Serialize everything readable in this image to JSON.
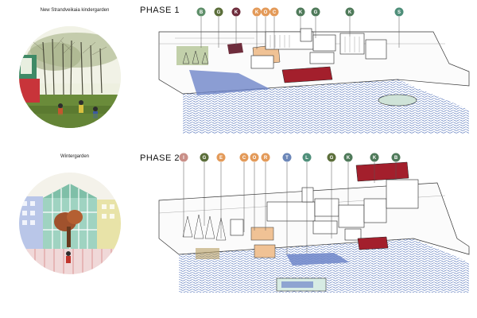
{
  "top": {
    "caption": "New Strandveikaia kindergarden",
    "phase_title": "PHASE 1",
    "markers": [
      {
        "letter": "B",
        "color": "#5f8f6a"
      },
      {
        "letter": "G",
        "color": "#5b6e3a"
      },
      {
        "letter": "K",
        "color": "#6e2d3c"
      },
      {
        "letter": "K",
        "color": "#e39a59"
      },
      {
        "letter": "O",
        "color": "#e39a59"
      },
      {
        "letter": "C",
        "color": "#e39a59"
      },
      {
        "letter": "K",
        "color": "#4f7a5a"
      },
      {
        "letter": "G",
        "color": "#4f7a5a"
      },
      {
        "letter": "K",
        "color": "#4f7a5a"
      },
      {
        "letter": "S",
        "color": "#4f8f7a"
      }
    ]
  },
  "bottom": {
    "caption": "Wintergarden",
    "phase_title": "PHASE 2",
    "markers": [
      {
        "letter": "I",
        "color": "#c98f88"
      },
      {
        "letter": "G",
        "color": "#5b6e3a"
      },
      {
        "letter": "E",
        "color": "#e39a59"
      },
      {
        "letter": "C",
        "color": "#e39a59"
      },
      {
        "letter": "O",
        "color": "#e39a59"
      },
      {
        "letter": "R",
        "color": "#e39a59"
      },
      {
        "letter": "T",
        "color": "#6b86b8"
      },
      {
        "letter": "L",
        "color": "#4f8f7a"
      },
      {
        "letter": "G",
        "color": "#5b6e3a"
      },
      {
        "letter": "K",
        "color": "#4f7a5a"
      },
      {
        "letter": "K",
        "color": "#4f7a5a"
      },
      {
        "letter": "B",
        "color": "#4f7a5a"
      }
    ]
  },
  "colors": {
    "water": "#3b5fb0",
    "pool": "#6f86c9",
    "red_roof": "#a31f2c",
    "orange": "#e39a59",
    "green": "#5b6e3a"
  }
}
